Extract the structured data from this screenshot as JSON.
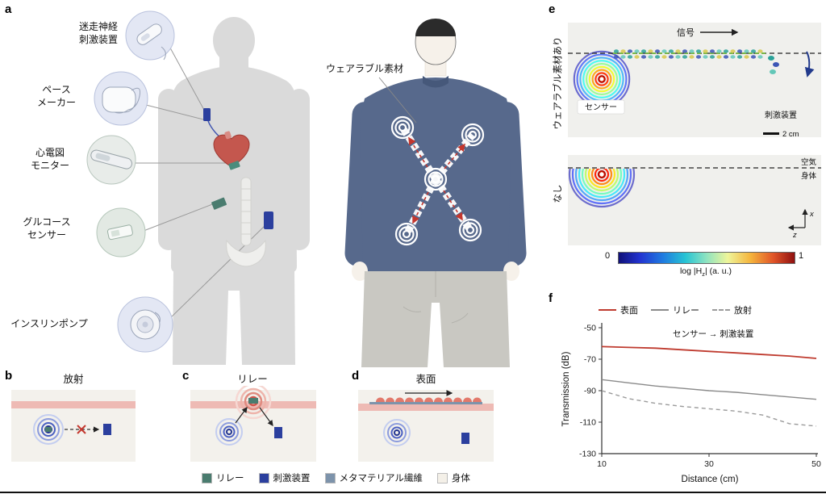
{
  "panel_a": {
    "label": "a",
    "wearable_label": "ウェアラブル素材",
    "devices": [
      {
        "name": "迷走神経\n刺激装置"
      },
      {
        "name": "ペース\nメーカー"
      },
      {
        "name": "心電図\nモニター"
      },
      {
        "name": "グルコース\nセンサー"
      },
      {
        "name": "インスリンポンプ"
      }
    ]
  },
  "panel_b": {
    "label": "b",
    "title": "放射"
  },
  "panel_c": {
    "label": "c",
    "title": "リレー"
  },
  "panel_d": {
    "label": "d",
    "title": "表面"
  },
  "legend": {
    "items": [
      {
        "label": "リレー",
        "color": "#4a7c6f"
      },
      {
        "label": "刺激装置",
        "color": "#2b3f9e"
      },
      {
        "label": "メタマテリアル繊維",
        "color": "#7d93ab"
      },
      {
        "label": "身体",
        "color": "#f4f0e8"
      }
    ]
  },
  "panel_e": {
    "label": "e",
    "with_material_label": "ウェアラブル素材あり",
    "without_material_label": "なし",
    "signal_label": "信号",
    "sensor_label": "センサー",
    "stimulator_label": "刺激装置",
    "scalebar_label": "2 cm",
    "air_label": "空気",
    "body_label": "身体",
    "axis_x_label": "x",
    "axis_z_label": "z",
    "colorbar": {
      "min": "0",
      "max": "1",
      "label_prefix": "log |H",
      "label_sub": "z",
      "label_suffix": "| (a. u.)"
    }
  },
  "panel_f": {
    "label": "f"
  },
  "chart_data": {
    "type": "line",
    "xlabel": "Distance (cm)",
    "ylabel": "Transmission (dB)",
    "xlim": [
      10,
      50
    ],
    "ylim": [
      -130,
      -50
    ],
    "xticks": [
      10,
      30,
      50
    ],
    "yticks": [
      -50,
      -70,
      -90,
      -110,
      -130
    ],
    "x": [
      10,
      15,
      20,
      25,
      30,
      35,
      40,
      45,
      50
    ],
    "series": [
      {
        "name": "表面",
        "color": "#bf3b2f",
        "dash": false,
        "values": [
          -62,
          -62.5,
          -63,
          -64,
          -65,
          -66,
          -67,
          -68,
          -69.5
        ]
      },
      {
        "name": "リレー",
        "color": "#8a8a8a",
        "dash": false,
        "values": [
          -83,
          -85,
          -87,
          -88.5,
          -90,
          -91,
          -92.5,
          -94,
          -95.5
        ]
      },
      {
        "name": "放射",
        "color": "#9b9b9b",
        "dash": true,
        "values": [
          -90,
          -95,
          -98,
          -100,
          -101.5,
          -103,
          -105.5,
          -111,
          -112.5
        ]
      }
    ],
    "annotation": "センサー → 刺激装置",
    "legend_position": "top",
    "grid": false
  }
}
